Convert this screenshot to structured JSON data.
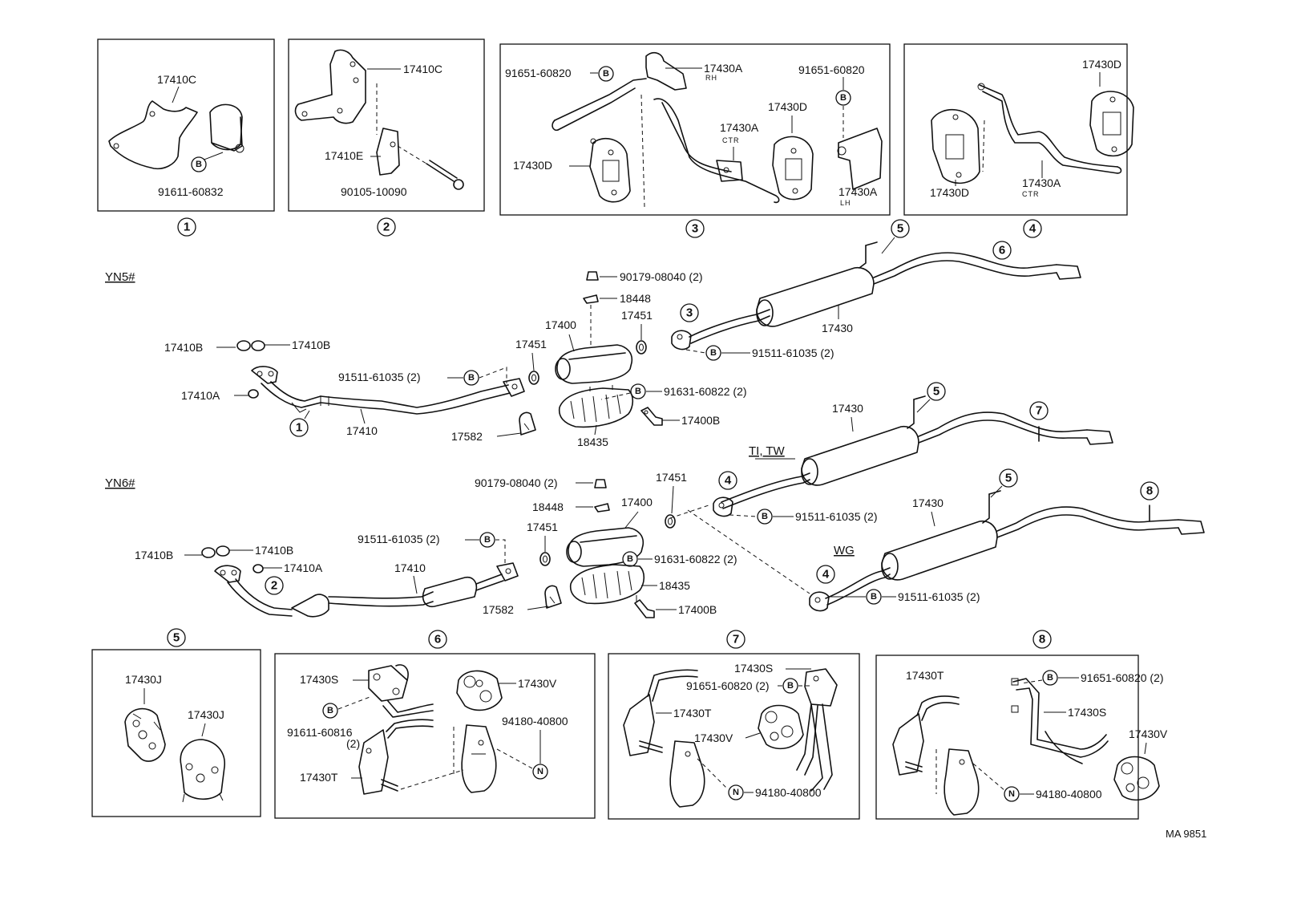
{
  "ref": "MA 9851",
  "sections": {
    "yn5": "YN5#",
    "yn6": "YN6#",
    "ti_tw": "TI, TW",
    "wg": "WG"
  },
  "circle_nums": [
    "1",
    "2",
    "3",
    "4",
    "5",
    "6",
    "7",
    "8"
  ],
  "badges": {
    "b": "B",
    "n": "N"
  },
  "suffix": {
    "rh": "RH",
    "ctr": "CTR",
    "lh": "LH"
  },
  "parts": {
    "p17410C": "17410C",
    "p17410E": "17410E",
    "p91611_60832": "91611-60832",
    "p90105_10090": "90105-10090",
    "p91651_60820": "91651-60820",
    "p91651_60820_2": "91651-60820 (2)",
    "p17430A": "17430A",
    "p17430D": "17430D",
    "p90179_08040_2": "90179-08040 (2)",
    "p18448": "18448",
    "p17400": "17400",
    "p17451": "17451",
    "p17410B": "17410B",
    "p17410A": "17410A",
    "p91511_61035_2": "91511-61035 (2)",
    "p91631_60822_2": "91631-60822 (2)",
    "p18435": "18435",
    "p17400B": "17400B",
    "p17582": "17582",
    "p17410": "17410",
    "p17430": "17430",
    "p17430J": "17430J",
    "p17430S": "17430S",
    "p17430V": "17430V",
    "p17430T": "17430T",
    "p91611_60816": "91611-60816",
    "p_qty2": "(2)",
    "p94180_40800": "94180-40800"
  }
}
